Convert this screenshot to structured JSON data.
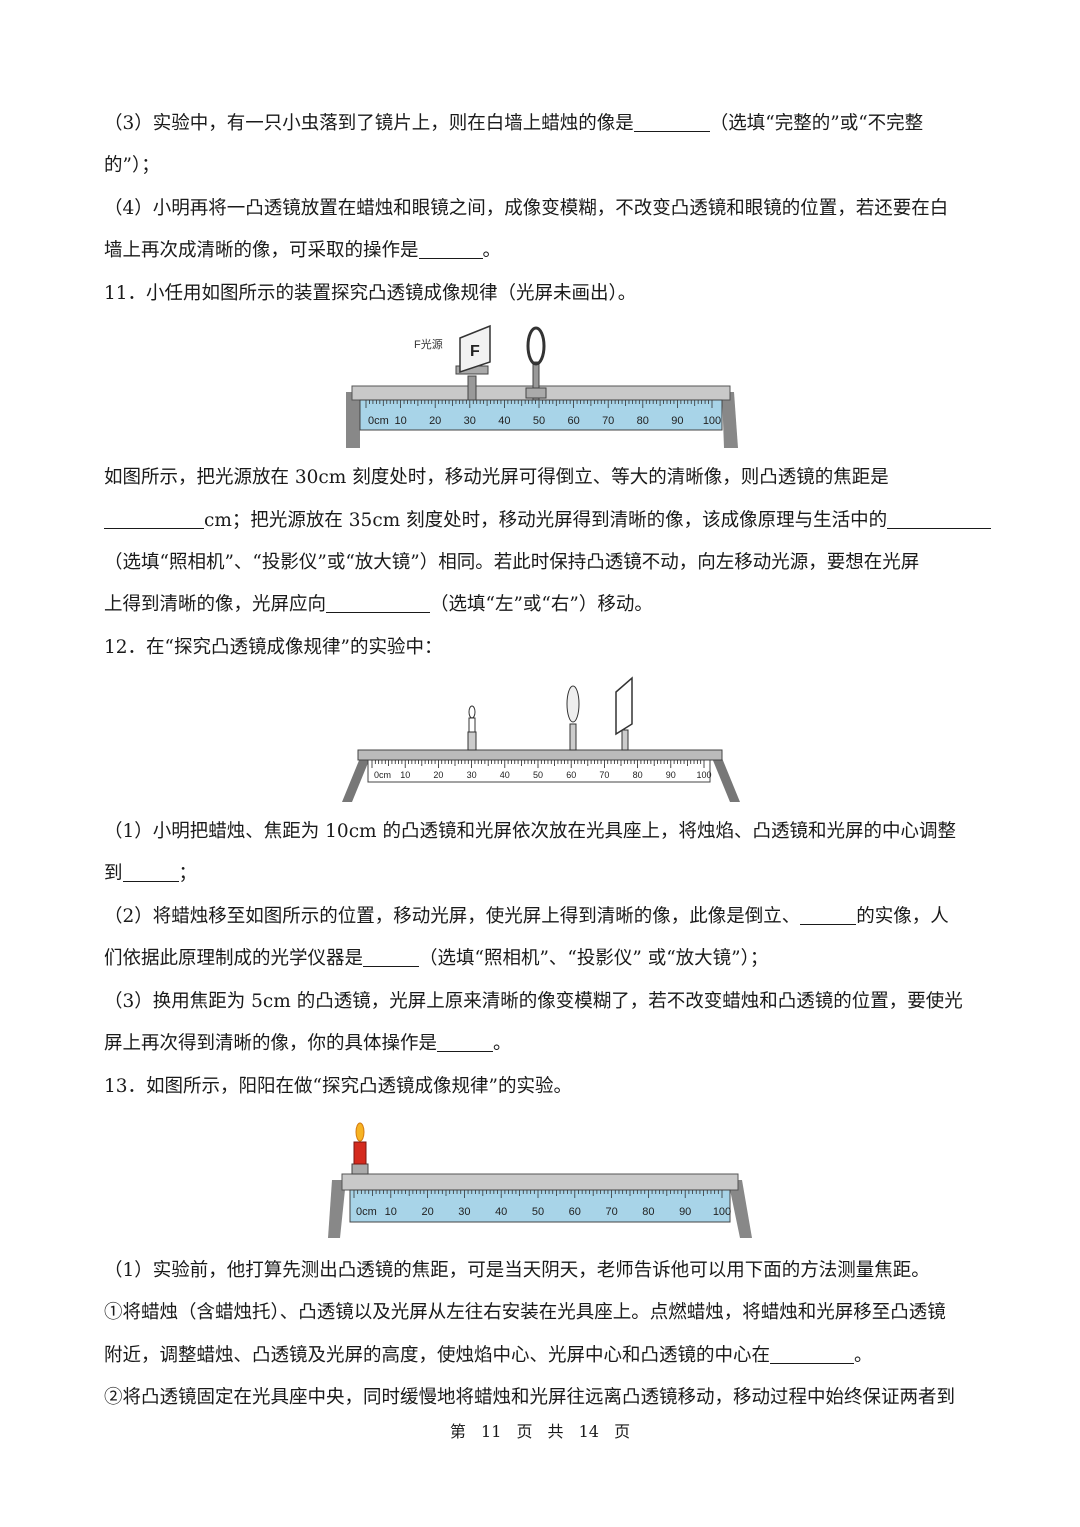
{
  "q10": {
    "p3a": "（3）实验中，有一只小虫落到了镜片上，则在白墙上蜡烛的像是",
    "p3b": "（选填“完整的”或“不完整",
    "p3c": "的”）；",
    "p4a": "（4）小明再将一凸透镜放置在蜡烛和眼镜之间，成像变模糊，不改变凸透镜和眼镜的位置，若还要在白",
    "p4b": "墙上再次成清晰的像，可采取的操作是",
    "p4end": "。"
  },
  "q11": {
    "title": "11．小任用如图所示的装置探究凸透镜成像规律（光屏未画出）。",
    "fig_label": "F光源",
    "fig_letter": "F",
    "l1": "如图所示，把光源放在 30cm 刻度处时，移动光屏可得倒立、等大的清晰像，则凸透镜的焦距是",
    "l2a": "cm；把光源放在 35cm 刻度处时，移动光屏得到清晰的像，该成像原理与生活中的",
    "l3": "（选填“照相机”、“投影仪”或“放大镜”）相同。若此时保持凸透镜不动，向左移动光源，要想在光屏",
    "l4a": "上得到清晰的像，光屏应向",
    "l4b": "（选填“左”或“右”）移动。"
  },
  "q12": {
    "title": "12．在“探究凸透镜成像规律”的实验中：",
    "p1a": "（1）小明把蜡烛、焦距为 10cm 的凸透镜和光屏依次放在光具座上，将烛焰、凸透镜和光屏的中心调整",
    "p1b": "到",
    "p1end": "；",
    "p2a": "（2）将蜡烛移至如图所示的位置，移动光屏，使光屏上得到清晰的像，此像是倒立、",
    "p2b": "的实像，人",
    "p2c": "们依据此原理制成的光学仪器是",
    "p2d": "（选填“照相机”、“投影仪” 或“放大镜”）；",
    "p3a": "（3）换用焦距为 5cm 的凸透镜，光屏上原来清晰的像变模糊了，若不改变蜡烛和凸透镜的位置，要使光",
    "p3b": "屏上再次得到清晰的像，你的具体操作是",
    "p3end": "。"
  },
  "q13": {
    "title": "13．如图所示，阳阳在做“探究凸透镜成像规律”的实验。",
    "p1": "（1）实验前，他打算先测出凸透镜的焦距，可是当天阴天，老师告诉他可以用下面的方法测量焦距。",
    "s1a": "①将蜡烛（含蜡烛托）、凸透镜以及光屏从左往右安装在光具座上。点燃蜡烛，将蜡烛和光屏移至凸透镜",
    "s1b": "附近，调整蜡烛、凸透镜及光屏的高度，使烛焰中心、光屏中心和凸透镜的中心在",
    "s1end": "。",
    "s2": "②将凸透镜固定在光具座中央，同时缓慢地将蜡烛和光屏往远离凸透镜移动，移动过程中始终保证两者到"
  },
  "ruler": {
    "first_label": "0cm",
    "labels": [
      "10",
      "20",
      "30",
      "40",
      "50",
      "60",
      "70",
      "80",
      "90",
      "100"
    ]
  },
  "footer": "第 11 页 共 14 页"
}
